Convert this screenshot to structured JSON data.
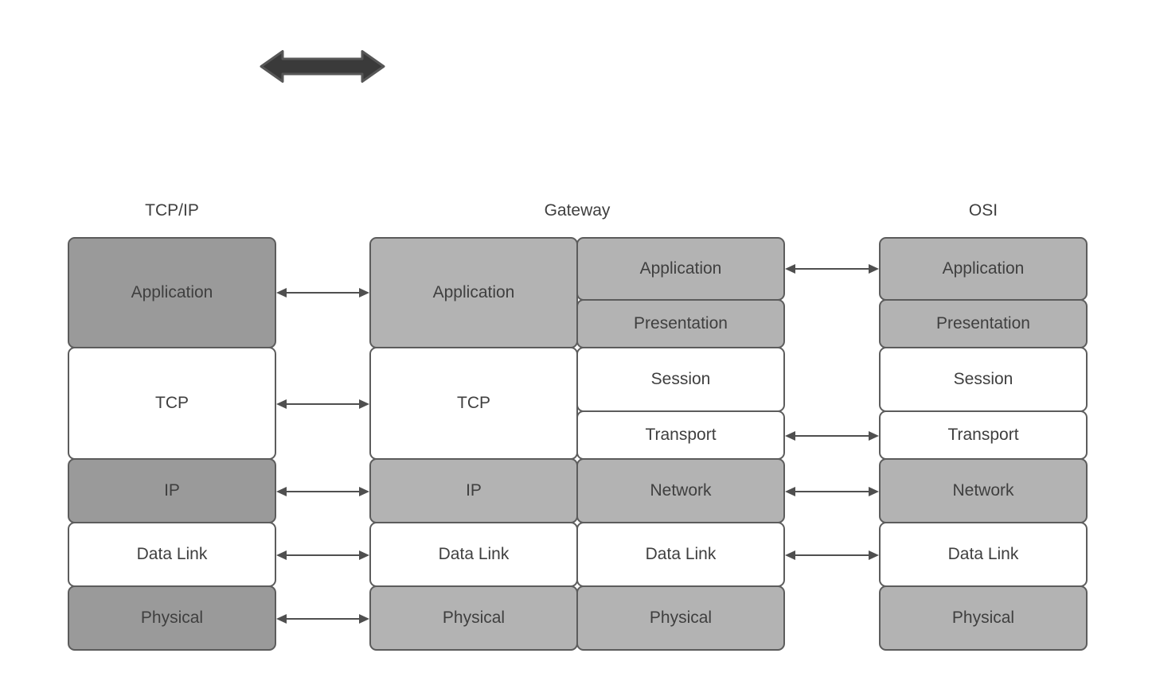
{
  "titles": {
    "tcpip": "TCP/IP",
    "gateway": "Gateway",
    "osi": "OSI"
  },
  "stacks": {
    "tcpip": [
      "Application",
      "TCP",
      "IP",
      "Data Link",
      "Physical"
    ],
    "gateway_left": [
      "Application",
      "TCP",
      "IP",
      "Data Link",
      "Physical"
    ],
    "gateway_right": [
      "Application",
      "Presentation",
      "Session",
      "Transport",
      "Network",
      "Data Link",
      "Physical"
    ],
    "osi": [
      "Application",
      "Presentation",
      "Session",
      "Transport",
      "Network",
      "Data Link",
      "Physical"
    ]
  },
  "icons": {
    "top_arrow": "thick-double-headed-arrow"
  },
  "colors": {
    "dark_gray_fill": "#9a9a9a",
    "light_gray_fill": "#b3b3b3",
    "white_fill": "#ffffff",
    "box_border": "#5c5c5c",
    "connector_arrow": "#4f4f4f",
    "thick_arrow_fill": "#3a3a3a",
    "thick_arrow_stroke": "#575757",
    "text": "#3f3f3f",
    "background": "#ffffff"
  }
}
